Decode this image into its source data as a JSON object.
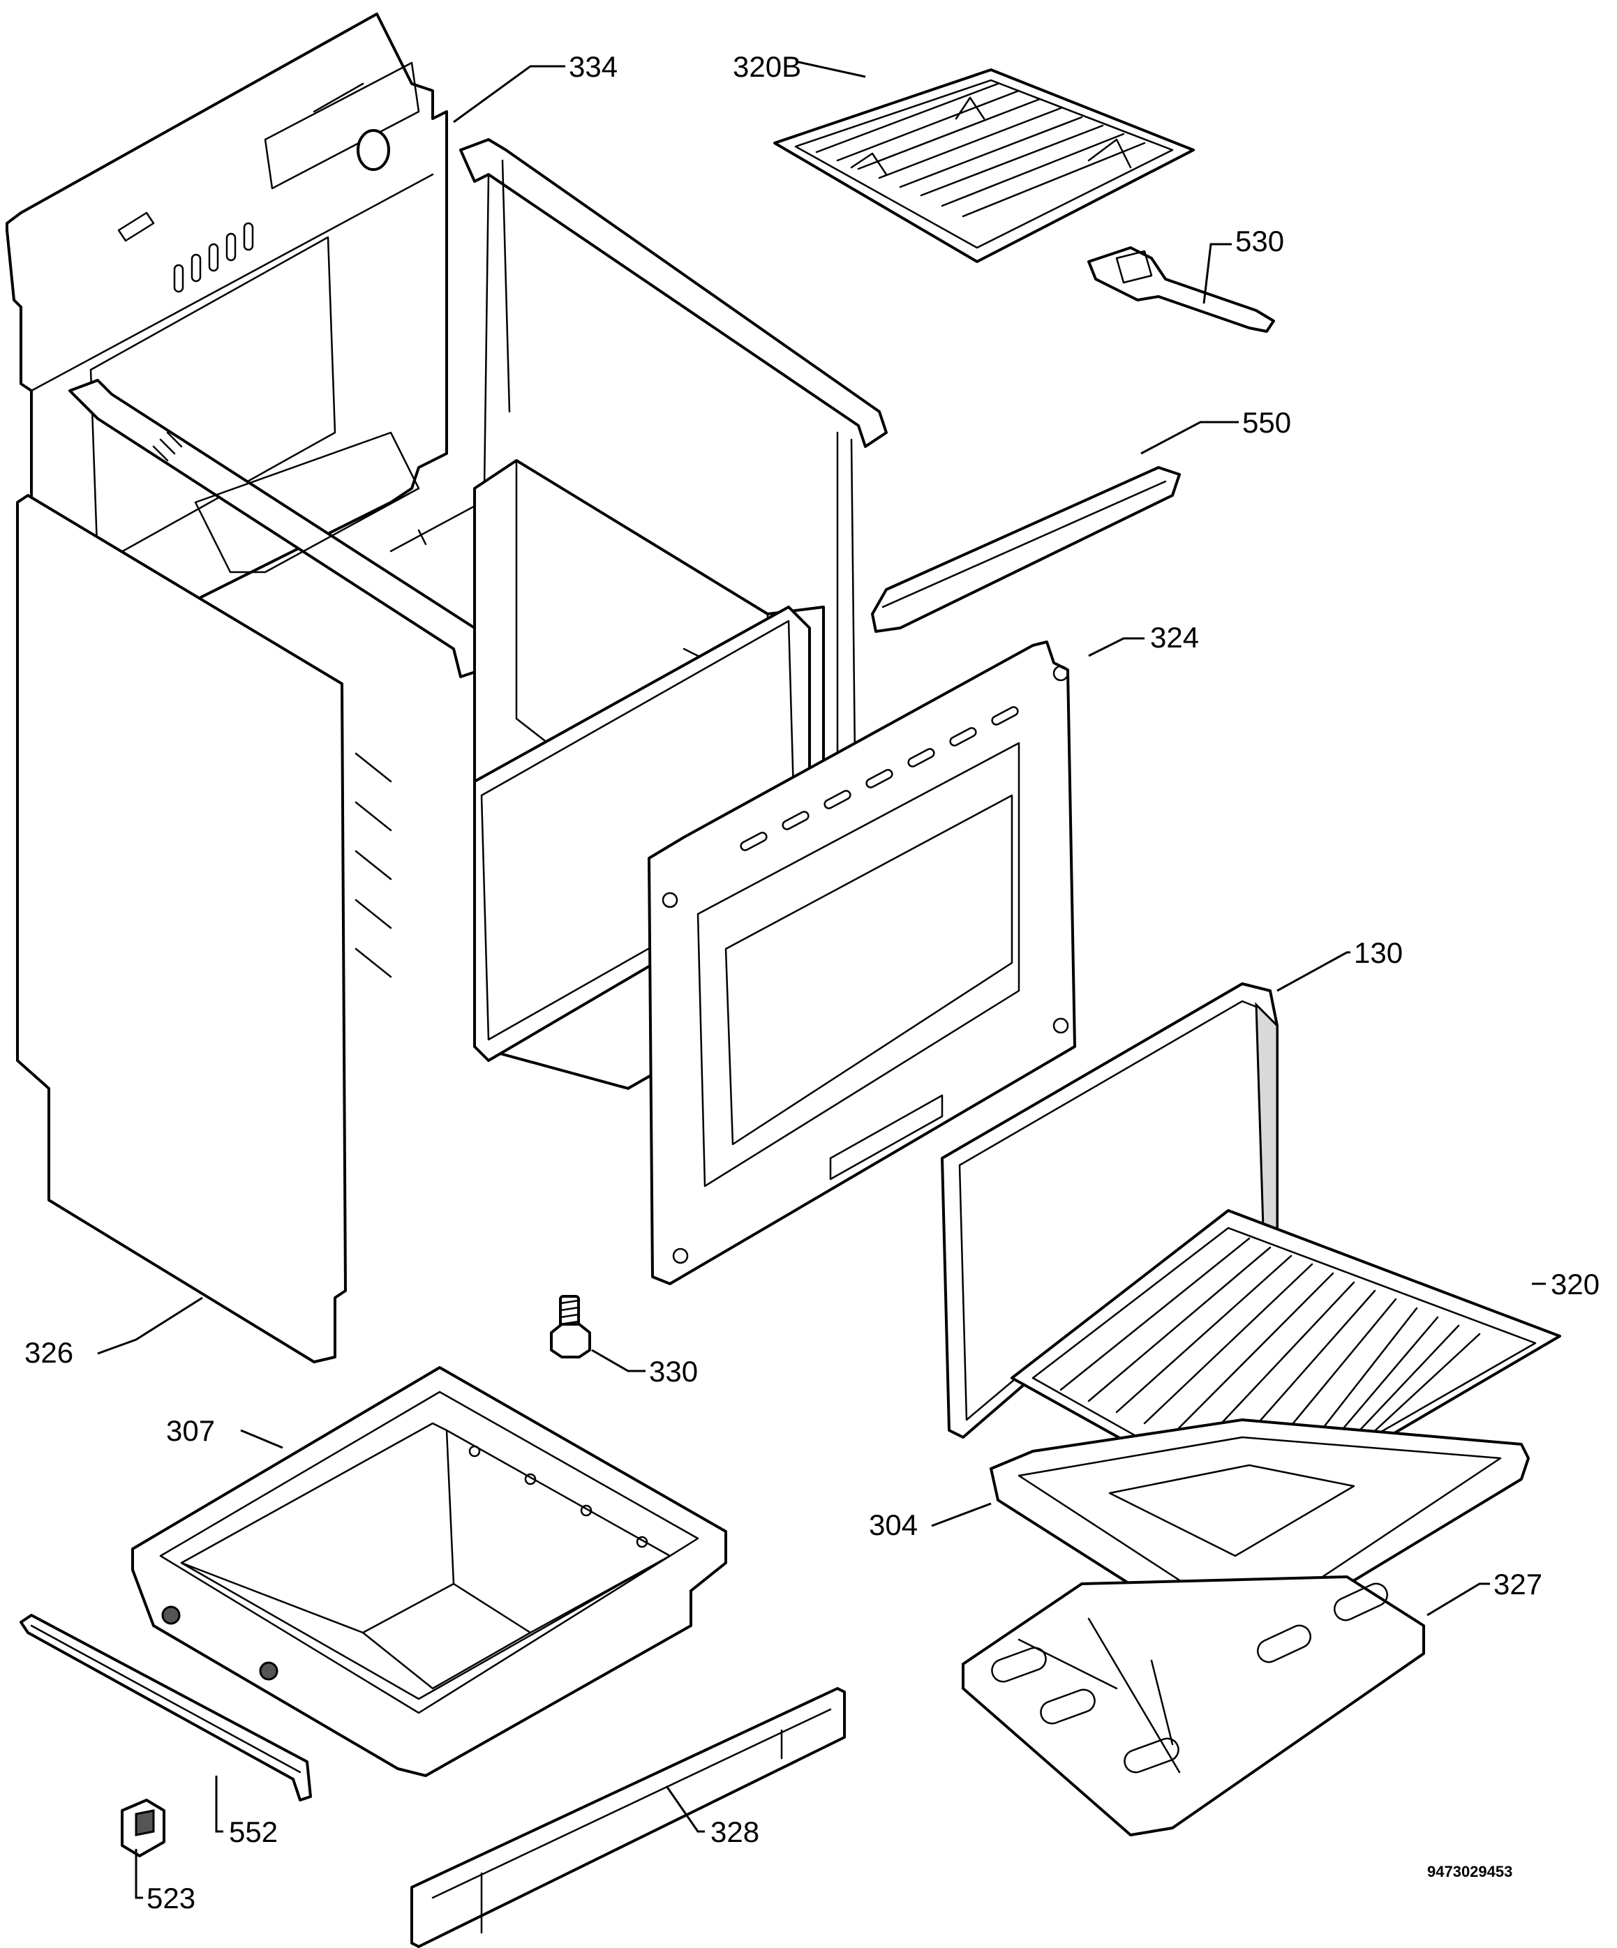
{
  "diagram_id": "9473029453",
  "parts": {
    "p334": "334",
    "p320b": "320B",
    "p530": "530",
    "p550": "550",
    "p324": "324",
    "p130": "130",
    "p326": "326",
    "p330": "330",
    "p320": "320",
    "p307": "307",
    "p304": "304",
    "p327": "327",
    "p552": "552",
    "p523": "523",
    "p328": "328"
  }
}
